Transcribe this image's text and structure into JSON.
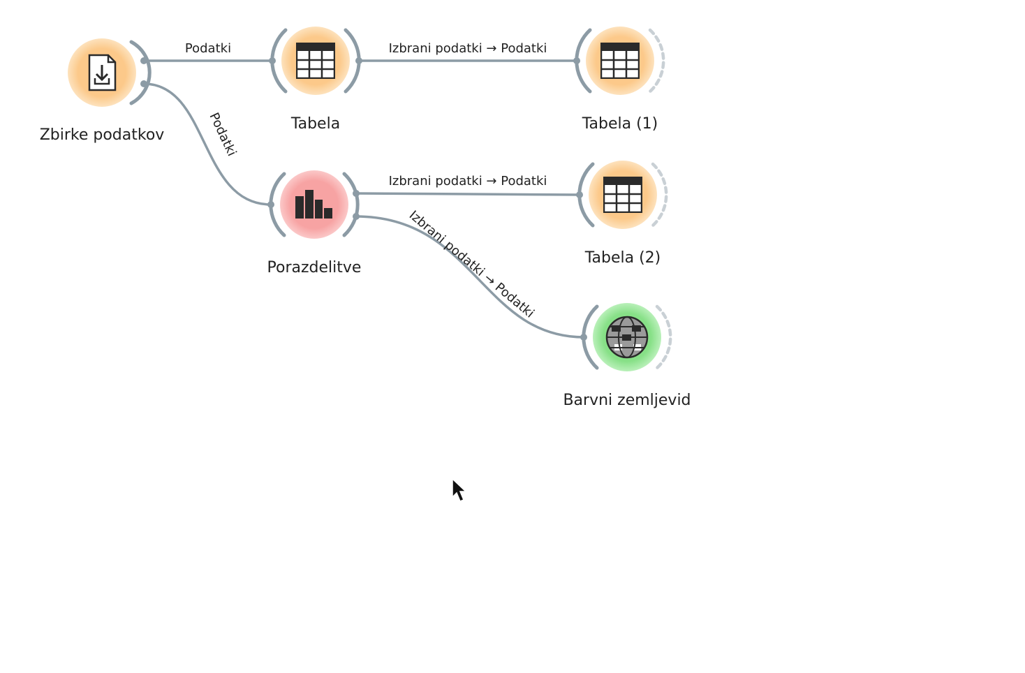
{
  "nodes": {
    "zbirke": {
      "label": "Zbirke podatkov",
      "icon": "file-download-icon",
      "color": "#fbd49c"
    },
    "tabela": {
      "label": "Tabela",
      "icon": "table-icon",
      "color": "#fbd49c"
    },
    "tabela1": {
      "label": "Tabela (1)",
      "icon": "table-icon",
      "color": "#fbd49c"
    },
    "porazdelitve": {
      "label": "Porazdelitve",
      "icon": "bar-chart-icon",
      "color": "#f7a6a6"
    },
    "tabela2": {
      "label": "Tabela (2)",
      "icon": "table-icon",
      "color": "#fbd49c"
    },
    "barvni": {
      "label": "Barvni zemljevid",
      "icon": "globe-icon",
      "color": "#8fe28f"
    }
  },
  "links": {
    "zbirke_tabela": "Podatki",
    "zbirke_porazdelitve": "Podatki",
    "tabela_tabela1": "Izbrani podatki → Podatki",
    "porazdelitve_tabela2": "Izbrani podatki → Podatki",
    "porazdelitve_barvni": "Izbrani podatki → Podatki"
  }
}
